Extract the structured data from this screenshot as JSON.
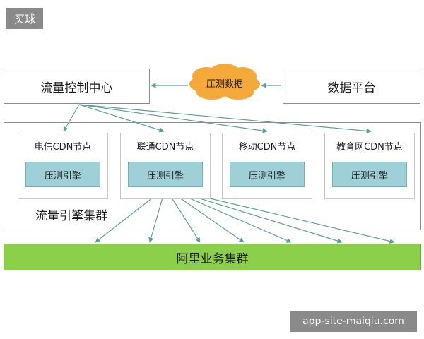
{
  "badge": "买球",
  "flow_control_center": "流量控制中心",
  "data_platform": "数据平台",
  "stress_data": "压测数据",
  "nodes": [
    {
      "label": "电信CDN节点",
      "engine": "压测引擎"
    },
    {
      "label": "联通CDN节点",
      "engine": "压测引擎"
    },
    {
      "label": "移动CDN节点",
      "engine": "压测引擎"
    },
    {
      "label": "教育网CDN节点",
      "engine": "压测引擎"
    }
  ],
  "engine_cluster": "流量引擎集群",
  "alibaba_cluster": "阿里业务集群",
  "watermark": "app-site-maiqiu.com",
  "colors": {
    "engine_fill": "#9fd0d7",
    "cloud_fill": "#f5a93a",
    "business_fill": "#8ccf4a",
    "arrow": "#5f9e9b"
  }
}
